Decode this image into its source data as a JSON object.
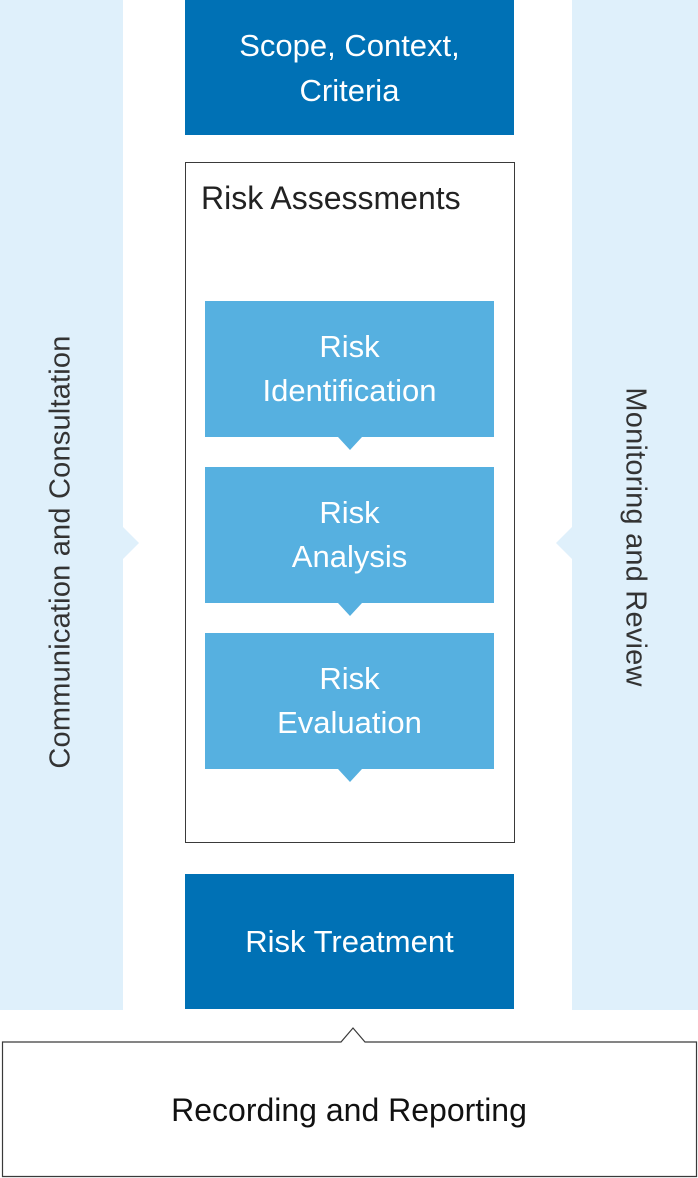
{
  "colors": {
    "side_band": "#dff0fb",
    "dark_box": "#0071b5",
    "step_box": "#56b0e0",
    "frame_border": "#3a3a3a"
  },
  "left_band": {
    "label": "Communication and Consultation"
  },
  "right_band": {
    "label": "Monitoring and Review"
  },
  "scope": {
    "line1": "Scope, Context,",
    "line2": "Criteria"
  },
  "assessment": {
    "title": "Risk Assessments",
    "steps": [
      {
        "line1": "Risk",
        "line2": "Identification"
      },
      {
        "line1": "Risk",
        "line2": "Analysis"
      },
      {
        "line1": "Risk",
        "line2": "Evaluation"
      }
    ]
  },
  "treatment": {
    "label": "Risk Treatment"
  },
  "recording": {
    "label": "Recording and Reporting"
  }
}
